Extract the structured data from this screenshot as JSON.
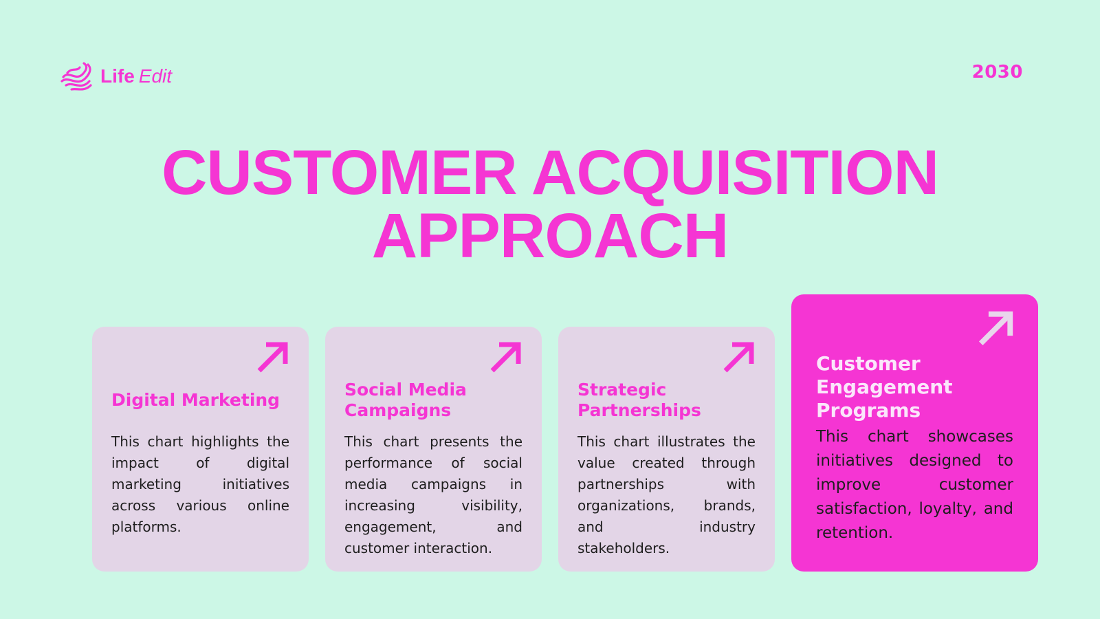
{
  "brand": {
    "name_bold": "Life",
    "name_italic": "Edit",
    "logo_icon": "swirl-logo-icon"
  },
  "year": "2030",
  "title": {
    "line1": "CUSTOMER ACQUISITION",
    "line2": "APPROACH"
  },
  "colors": {
    "background": "#ccf7e6",
    "accent": "#f535d3",
    "card": "#e3d5e7",
    "featured_card": "#f535d3"
  },
  "cards": [
    {
      "title": "Digital Marketing",
      "description": "This chart highlights the impact of digital marketing initiatives across various online platforms.",
      "icon": "arrow-up-right-icon"
    },
    {
      "title": "Social Media Campaigns",
      "description": "This chart presents the performance of social media campaigns in increasing visibility, engagement, and customer interaction.",
      "icon": "arrow-up-right-icon"
    },
    {
      "title": "Strategic Partnerships",
      "description": "This chart illustrates the value created through partnerships with organizations, brands, and industry stakeholders.",
      "icon": "arrow-up-right-icon"
    },
    {
      "title": "Customer Engagement Programs",
      "description": "This chart showcases initiatives designed to improve customer satisfaction, loyalty, and retention.",
      "icon": "arrow-up-right-icon",
      "featured": true
    }
  ]
}
